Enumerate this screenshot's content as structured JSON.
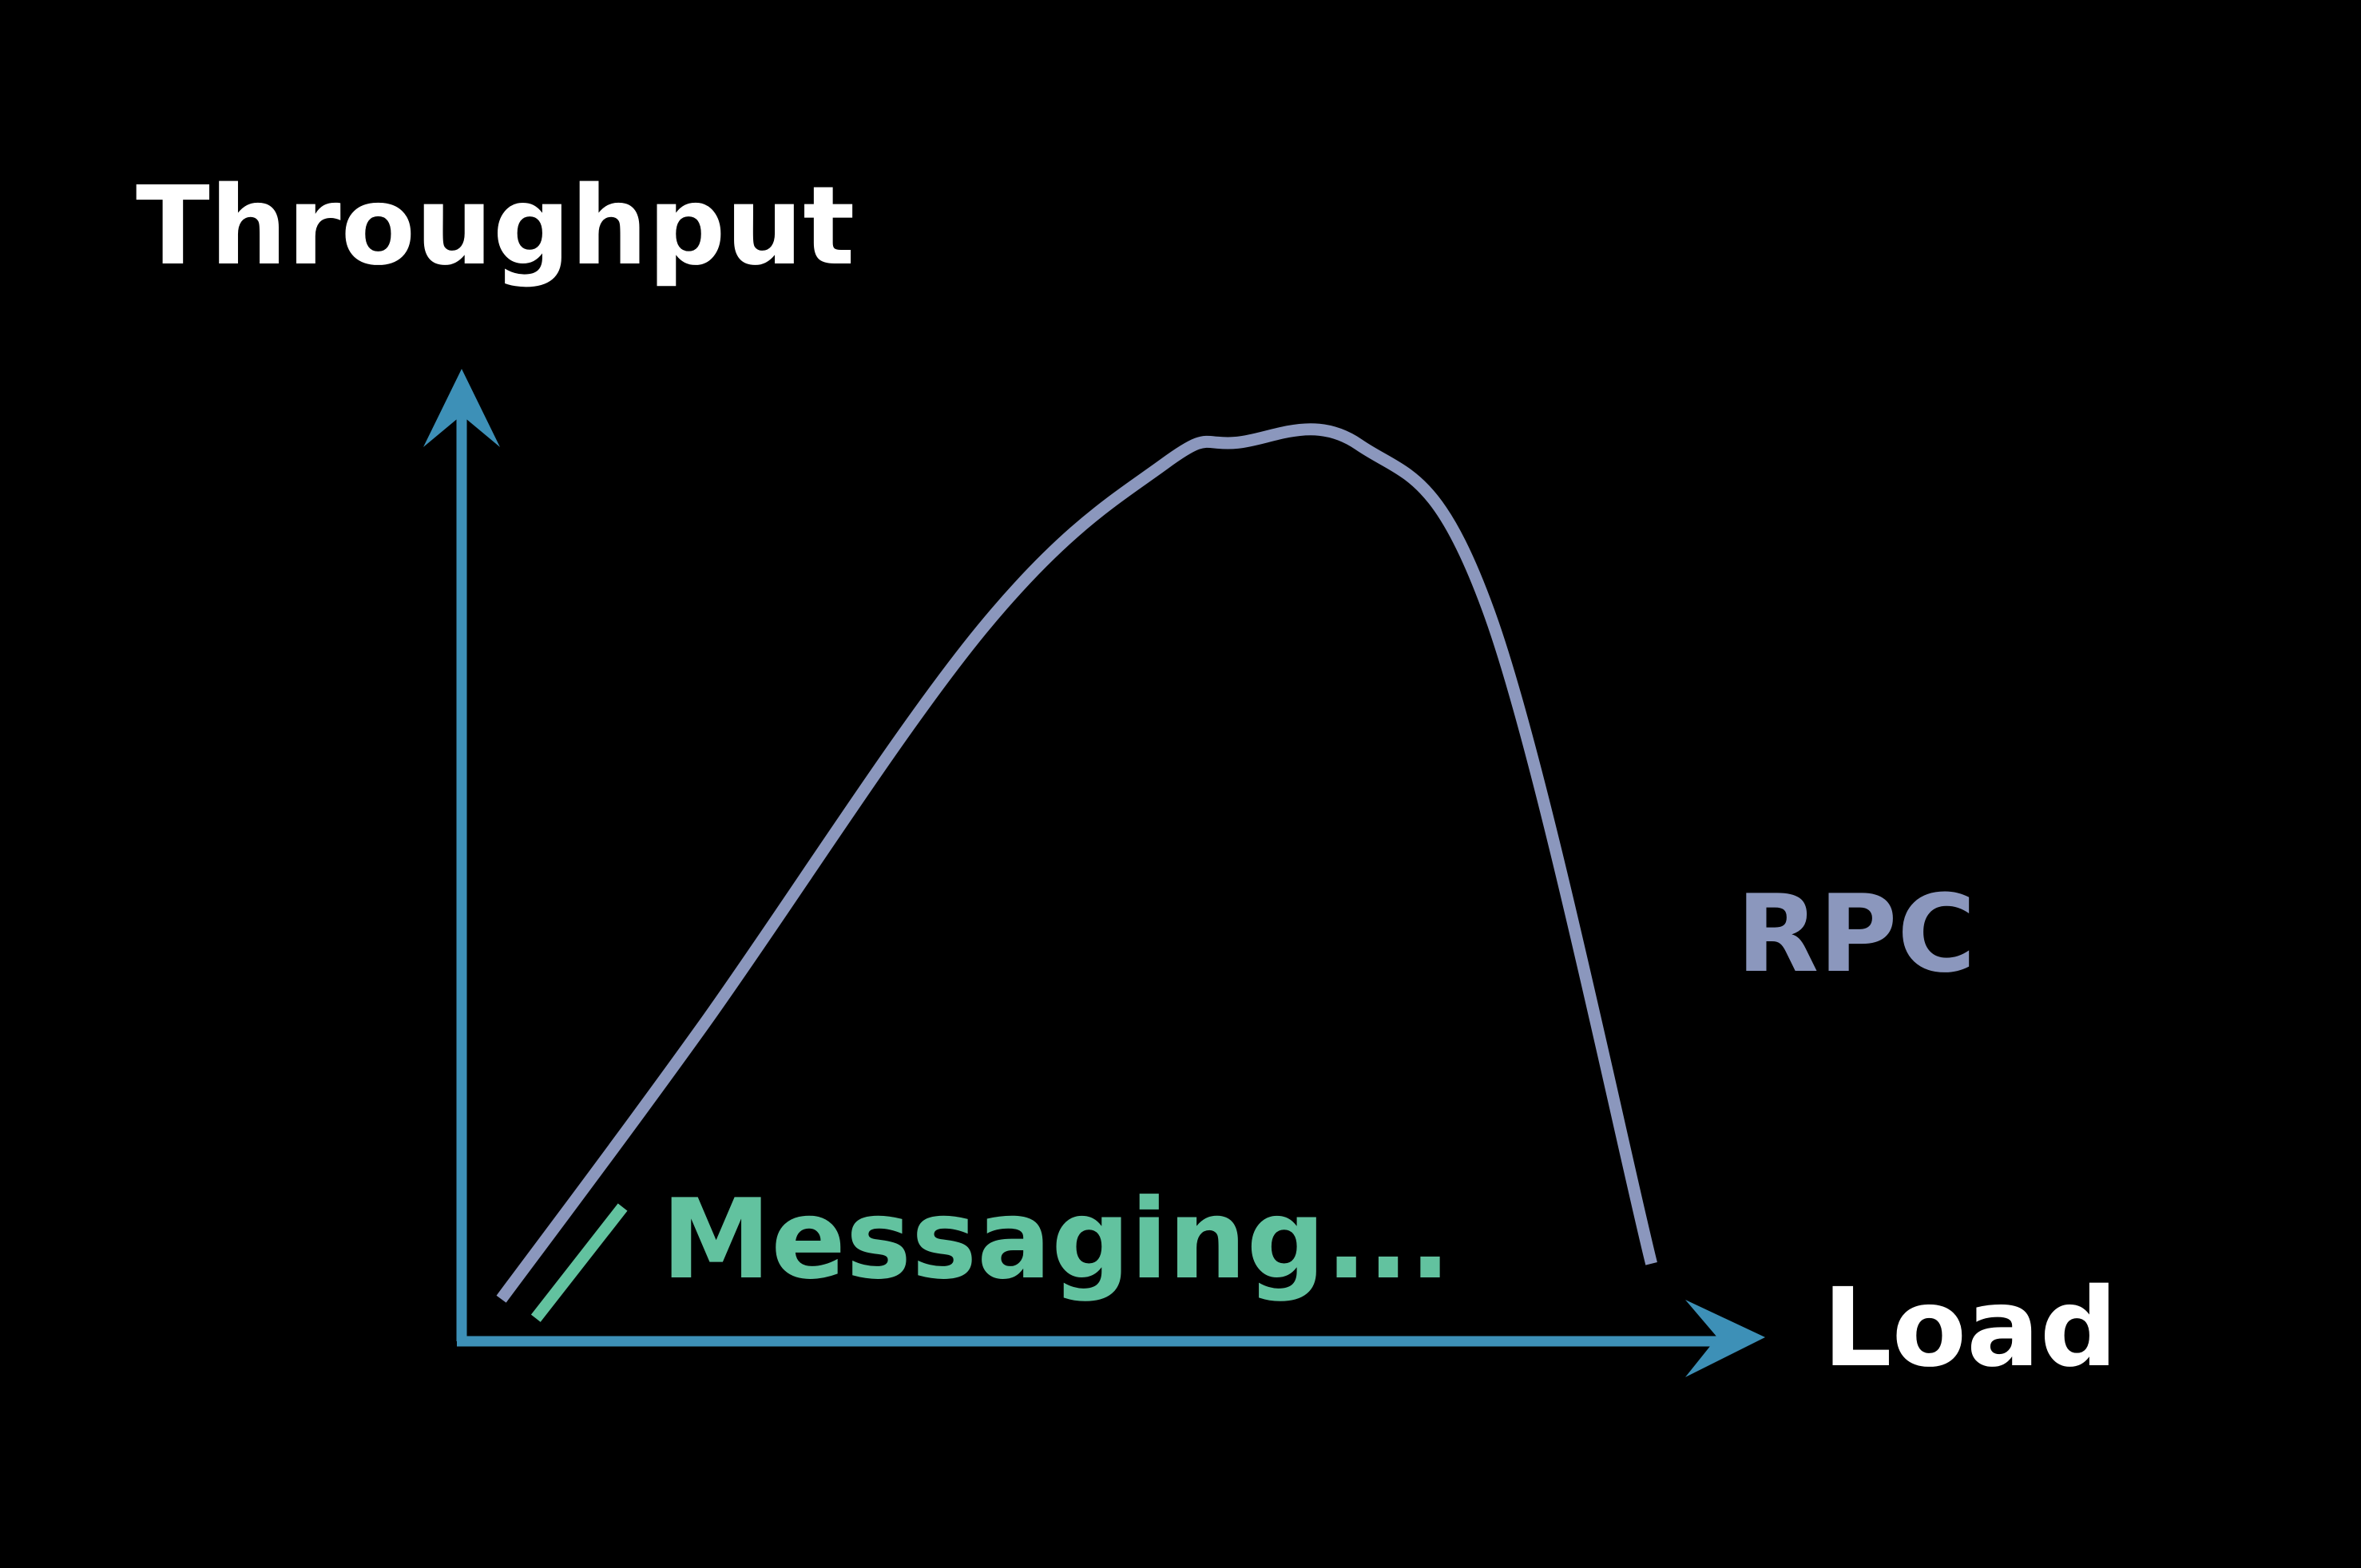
{
  "chart_data": {
    "type": "line",
    "ylabel": "Throughput",
    "xlabel": "Load",
    "grid": false,
    "legend": "none",
    "axis_ticks": false,
    "xlim": [
      0,
      100
    ],
    "ylim": [
      0,
      100
    ],
    "series": [
      {
        "name": "RPC",
        "color": "#8b97bd",
        "x": [
          3.1,
          18.7,
          40.7,
          55.0,
          60.7,
          70.2,
          80.5,
          93.1
        ],
        "y": [
          4.4,
          32.6,
          74.3,
          91.6,
          93.8,
          93.6,
          75.7,
          8.1
        ]
      },
      {
        "name": "Messaging...",
        "color": "#62c29f",
        "x": [
          5.8,
          12.6
        ],
        "y": [
          2.4,
          14.0
        ]
      }
    ],
    "colors": {
      "background": "#000000",
      "axes": "#3d90b7",
      "axis_labels": "#ffffff"
    }
  }
}
